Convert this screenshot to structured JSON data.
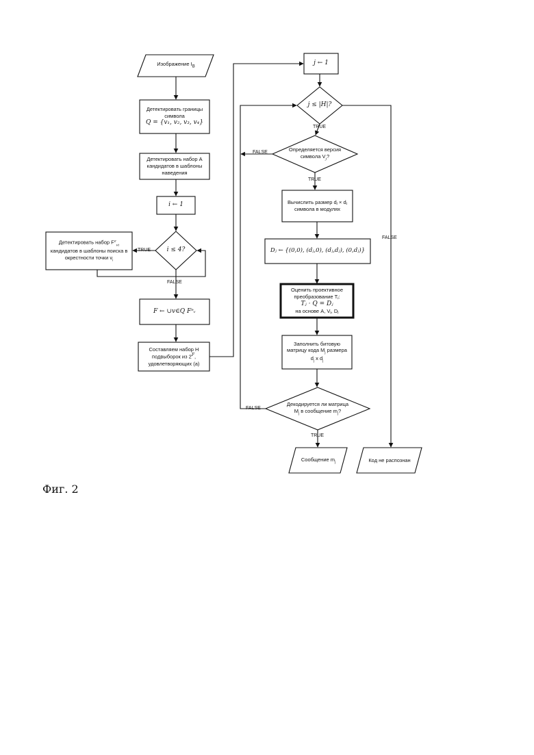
{
  "figure": {
    "caption": "Фиг. 2"
  },
  "nodes": {
    "input_image": "Изображение I",
    "input_image_sub": "B",
    "detect_borders_1": "Детектировать границы",
    "detect_borders_2": "символа",
    "detect_borders_math": "Q = {v₁, v₂, v₃, v₄}",
    "detect_set_a_1": "Детектировать набор A",
    "detect_set_a_2": "кандидатов в шаблоны",
    "detect_set_a_3": "наведения",
    "i_init": "i ← 1",
    "i_cond": "i ≤ 4?",
    "detect_fi_1": "Детектировать набор F",
    "detect_fi_sup": "e",
    "detect_fi_sub": "vi",
    "detect_fi_2": "кандидатов в шаблоны поиска в",
    "detect_fi_3": "окрестности точки v",
    "detect_fi_3_sub": "i",
    "f_union": "F ← ∪v∈Q Fᵉᵥ",
    "compose_h_1": "Составляем набор H",
    "compose_h_2": "подвыборок из 2",
    "compose_h_2_sup": "F",
    "compose_h_3": "удовлетворяющих (a)",
    "j_init": "j ← 1",
    "j_cond": "j ≤ |H|?",
    "version_1": "Определяется версия",
    "version_2": "символа V",
    "version_2_sub": "j",
    "size_1": "Вычислить размер dⱼ × dⱼ",
    "size_2": "символа в модулях",
    "dj_set": "Dⱼ ← {(0,0), (dⱼ,0), (dⱼ,dⱼ), (0,dⱼ)}",
    "estimate_1": "Оценить проективное",
    "estimate_2": "преобразование Tⱼ:",
    "estimate_3": "Tⱼ · Q = Dⱼ",
    "estimate_4": "на основе A, Vⱼ, Dⱼ",
    "fill_1": "Заполнить битовую",
    "fill_2": "матрицу кода M",
    "fill_2_sub": "j",
    "fill_2b": " размера",
    "fill_3": "d",
    "fill_3_sub1": "j",
    "fill_3_mid": " x d",
    "fill_3_sub2": "j",
    "decode_1": "Декодируется ли матрица",
    "decode_2": "M",
    "decode_2_sub": "j",
    "decode_2b": " в сообщение m",
    "decode_2_sub2": "j",
    "decode_2c": "?",
    "message": "Сообщение m",
    "message_sub": "j",
    "not_recognized": "Код не распознан"
  },
  "edge_labels": {
    "i_true": "TRUE",
    "i_false": "FALSE",
    "j_true": "TRUE",
    "j_false": "FALSE",
    "version_true": "TRUE",
    "version_false": "FALSE",
    "decode_true": "TRUE",
    "decode_false": "FALSE"
  }
}
